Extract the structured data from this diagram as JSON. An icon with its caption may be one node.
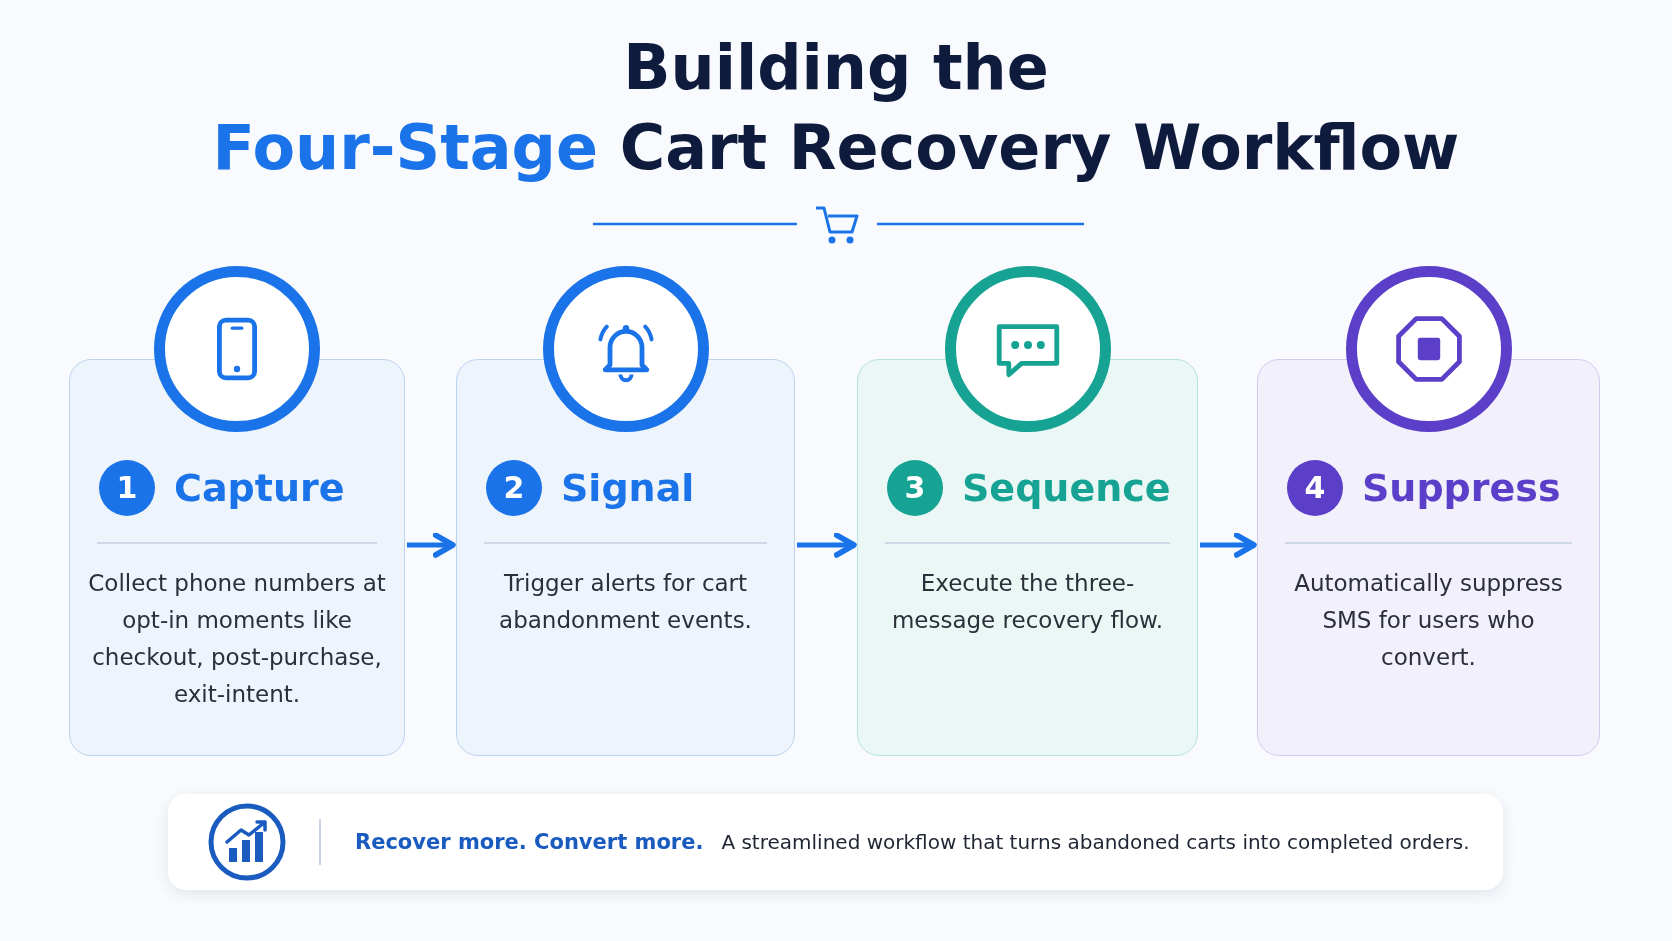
{
  "diagram": {
    "title": "Building the Four-Stage Cart Recovery Workflow",
    "nodes": [
      {
        "text": [
          "1",
          "Capture",
          "Collect phone numbers at opt-in moments like checkout, post-purchase, exit-intent."
        ]
      },
      {
        "text": [
          "2",
          "Signal",
          "Trigger alerts for cart abandonment events."
        ]
      },
      {
        "text": [
          "3",
          "Sequence",
          "Execute the three-message recovery flow."
        ]
      },
      {
        "text": [
          "4",
          "Suppress",
          "Automatically suppress SMS for users who convert."
        ]
      },
      {
        "text": [
          "Recover more. Convert more.",
          "A streamlined workflow that turns abandoned carts into completed orders."
        ]
      }
    ],
    "edges": [
      {
        "from": 0,
        "to": 1,
        "arrow": "to"
      },
      {
        "from": 1,
        "to": 2,
        "arrow": "to"
      },
      {
        "from": 2,
        "to": 3,
        "arrow": "to"
      }
    ]
  }
}
